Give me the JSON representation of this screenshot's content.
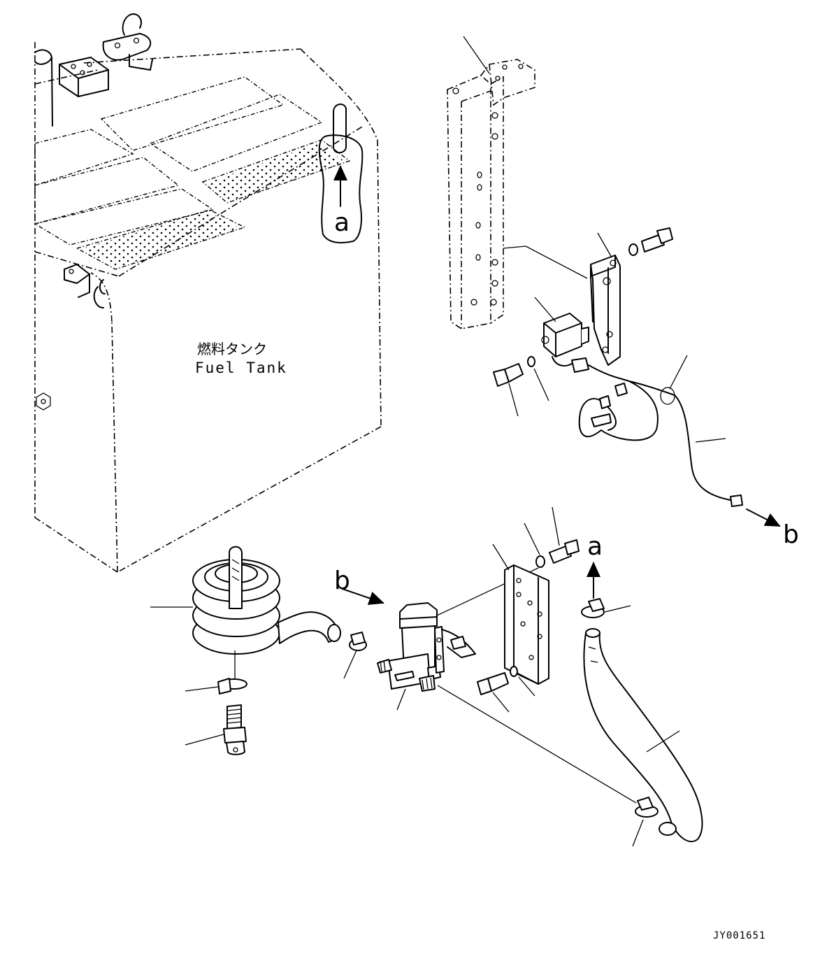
{
  "tank": {
    "label_jp": "燃料タンク",
    "label_en": "Fuel Tank"
  },
  "callouts": {
    "a_top": "a",
    "a_hose": "a",
    "b_harness": "b",
    "b_pump": "b"
  },
  "drawing_id": "JY001651"
}
